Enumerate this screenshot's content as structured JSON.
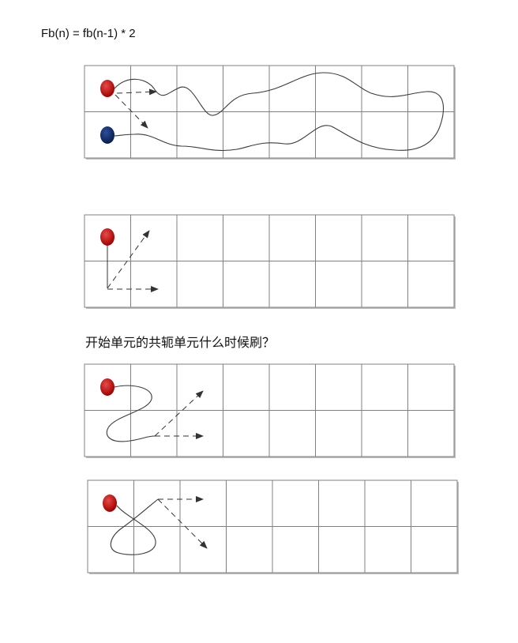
{
  "formula": "Fb(n) = fb(n-1) * 2",
  "question": "开始单元的共轭单元什么时候刷？",
  "colors": {
    "red_node": "#c00000",
    "blue_node": "#0b2a6b",
    "grid_line": "#808080",
    "curve": "#3a3a3a"
  },
  "grids": [
    {
      "name": "grid-1",
      "rows": 2,
      "cols": 8
    },
    {
      "name": "grid-2",
      "rows": 2,
      "cols": 8
    },
    {
      "name": "grid-3",
      "rows": 2,
      "cols": 8
    },
    {
      "name": "grid-4",
      "rows": 2,
      "cols": 8
    }
  ]
}
